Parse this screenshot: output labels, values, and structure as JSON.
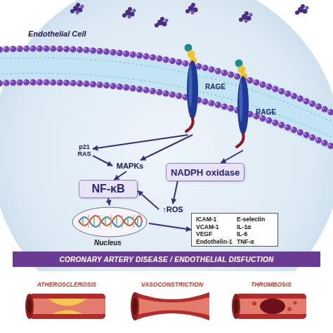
{
  "diagram": {
    "nodes": [
      {
        "text": [
          "RAGE"
        ]
      },
      {
        "text": [
          "RAGE"
        ]
      },
      {
        "text": [
          "p21 RAS"
        ]
      },
      {
        "text": [
          "MAPKs"
        ]
      },
      {
        "text": [
          "NF-κB"
        ]
      },
      {
        "text": [
          "NADPH oxidase"
        ]
      },
      {
        "text": [
          "↑ROS"
        ]
      },
      {
        "text": [
          "Nucleus"
        ]
      },
      {
        "text": [
          "ICAM-1",
          "VCAM-1",
          "VEGF",
          "Endothelin-1",
          "E-selectin",
          "IL-1α",
          "IL-6",
          "TNF-α"
        ]
      },
      {
        "text": [
          "CORONARY ARTERY DISEASE / ENDOTHELIAL DISFUCTION"
        ]
      }
    ],
    "edges": [
      {
        "from": 0,
        "to": 2,
        "arrow": "to"
      },
      {
        "from": 0,
        "to": 3,
        "arrow": "to"
      },
      {
        "from": 2,
        "to": 3,
        "arrow": "to"
      },
      {
        "from": 1,
        "to": 5,
        "arrow": "to"
      },
      {
        "from": 3,
        "to": 4,
        "arrow": "to"
      },
      {
        "from": 5,
        "to": 6,
        "arrow": "to"
      },
      {
        "from": 6,
        "to": 4,
        "arrow": "to"
      },
      {
        "from": 4,
        "to": 7,
        "arrow": "to"
      },
      {
        "from": 7,
        "to": 8,
        "arrow": "to"
      }
    ],
    "labels": [
      "Endothelial Cell",
      "ATHEROSCLEROSIS",
      "VASOCONSTRICTION",
      "THROMBOSIS"
    ]
  }
}
